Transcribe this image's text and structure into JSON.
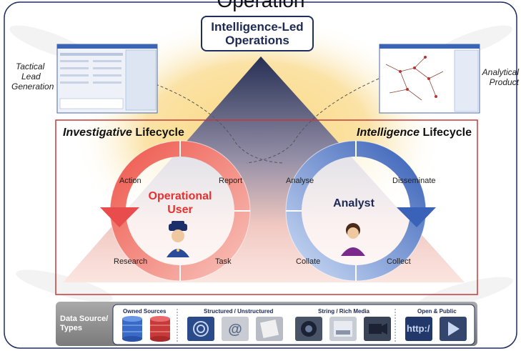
{
  "heading_fragment": "Operation Intelligence",
  "center_box": {
    "line1": "Intelligence-Led",
    "line2": "Operations"
  },
  "left_label": {
    "line1": "Tactical",
    "line2": "Lead",
    "line3": "Generation"
  },
  "right_label": {
    "line1": "Analytical",
    "line2": "Product"
  },
  "investigative": {
    "prefix": "Investigative",
    "suffix": " Lifecycle",
    "center_line1": "Operational",
    "center_line2": "User",
    "stages": {
      "action": "Action",
      "report": "Report",
      "research": "Research",
      "task": "Task"
    }
  },
  "intelligence": {
    "prefix": "Intelligence",
    "suffix": " Lifecycle",
    "center": "Analyst",
    "stages": {
      "analyse": "Analyse",
      "disseminate": "Disseminate",
      "collate": "Collate",
      "collect": "Collect"
    }
  },
  "bottom_bar": {
    "label_line1": "Data Source/",
    "label_line2": "Types",
    "groups": [
      "Owned Sources",
      "Structured / Unstructured",
      "String / Rich Media",
      "Open & Public"
    ],
    "http_text": "http:/"
  },
  "colors": {
    "navy": "#1f2f5e",
    "red_cycle": "#e84c4c",
    "blue_cycle": "#5b86d6",
    "gold_glow": "#f6c453",
    "frame_red": "#c43a3a"
  }
}
